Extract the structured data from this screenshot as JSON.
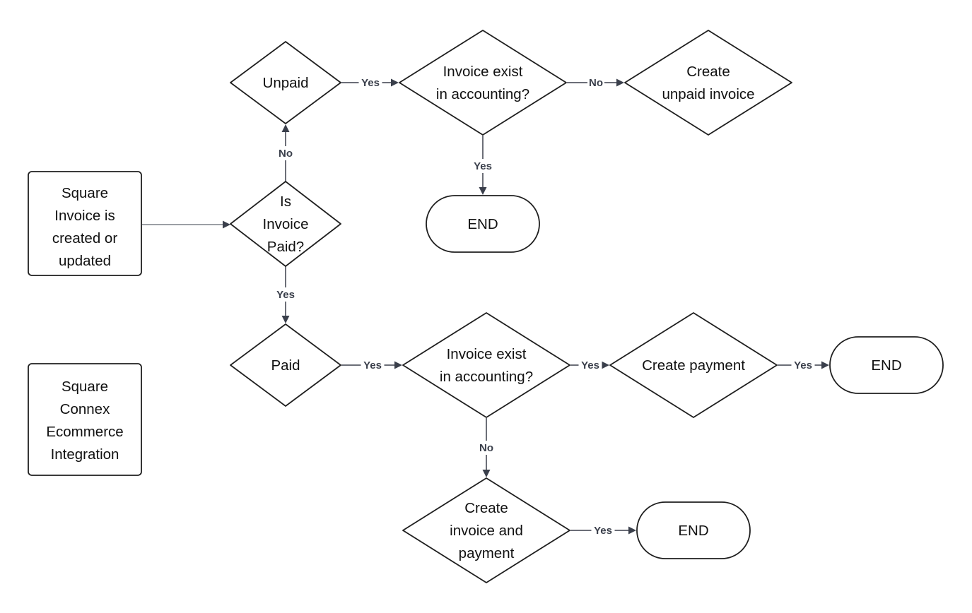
{
  "nodes": {
    "trigger": [
      "Square",
      "Invoice is",
      "created or",
      "updated"
    ],
    "app": [
      "Square",
      "Connex",
      "Ecommerce",
      "Integration"
    ],
    "is_paid": [
      "Is",
      "Invoice",
      "Paid?"
    ],
    "unpaid": [
      "Unpaid"
    ],
    "exist_top": [
      "Invoice exist",
      "in accounting?"
    ],
    "create_unpaid": [
      "Create",
      "unpaid invoice"
    ],
    "end_top": [
      "END"
    ],
    "paid": [
      "Paid"
    ],
    "exist_bottom": [
      "Invoice exist",
      "in accounting?"
    ],
    "create_payment": [
      "Create payment"
    ],
    "end_payment": [
      "END"
    ],
    "create_inv_pay": [
      "Create",
      "invoice and",
      "payment"
    ],
    "end_inv_pay": [
      "END"
    ]
  },
  "edges": {
    "trigger_to_is_paid": "",
    "is_paid_to_unpaid": "No",
    "unpaid_to_exist_top": "Yes",
    "exist_top_to_create_unpaid": "No",
    "exist_top_to_end_top": "Yes",
    "is_paid_to_paid": "Yes",
    "paid_to_exist_bottom": "Yes",
    "exist_bottom_to_create_payment": "Yes",
    "create_payment_to_end": "Yes",
    "exist_bottom_to_create_inv_pay": "No",
    "create_inv_pay_to_end": "Yes"
  }
}
